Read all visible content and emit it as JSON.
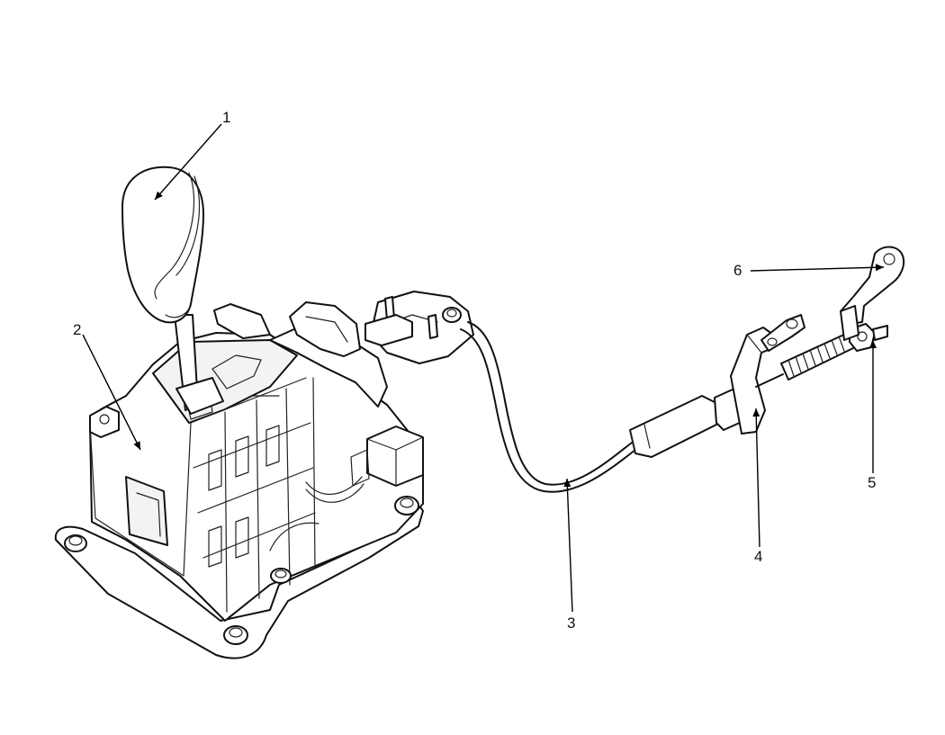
{
  "diagram": {
    "callouts": [
      {
        "id": "1",
        "text": "1"
      },
      {
        "id": "2",
        "text": "2"
      },
      {
        "id": "3",
        "text": "3"
      },
      {
        "id": "4",
        "text": "4"
      },
      {
        "id": "5",
        "text": "5"
      },
      {
        "id": "6",
        "text": "6"
      }
    ],
    "parts": [
      {
        "id": "shift-knob",
        "callout": "1"
      },
      {
        "id": "shift-lever-assembly",
        "callout": "2"
      },
      {
        "id": "shift-cable",
        "callout": "3"
      },
      {
        "id": "cable-bracket",
        "callout": "4"
      },
      {
        "id": "cable-end-nut",
        "callout": "5"
      },
      {
        "id": "manual-control-lever",
        "callout": "6"
      }
    ],
    "colors": {
      "line": "#111111",
      "background": "#ffffff",
      "fill": "#f3f3f3"
    }
  }
}
